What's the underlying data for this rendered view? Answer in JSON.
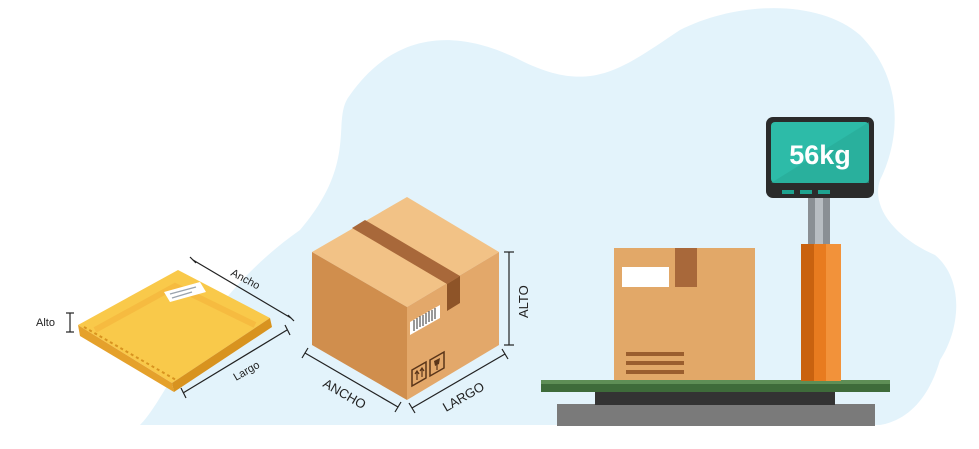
{
  "envelope": {
    "width_label": "Ancho",
    "length_label": "Largo",
    "height_label": "Alto",
    "color": "#F7C23E"
  },
  "box": {
    "height_label": "ALTO",
    "width_label": "ANCHO",
    "length_label": "LARGO",
    "color": "#E2A868"
  },
  "scale": {
    "display_reading": "56kg",
    "screen_color": "#2DBBA8",
    "column_color": "#E87B1F"
  },
  "background": {
    "blob_color": "#E3F3FB"
  }
}
